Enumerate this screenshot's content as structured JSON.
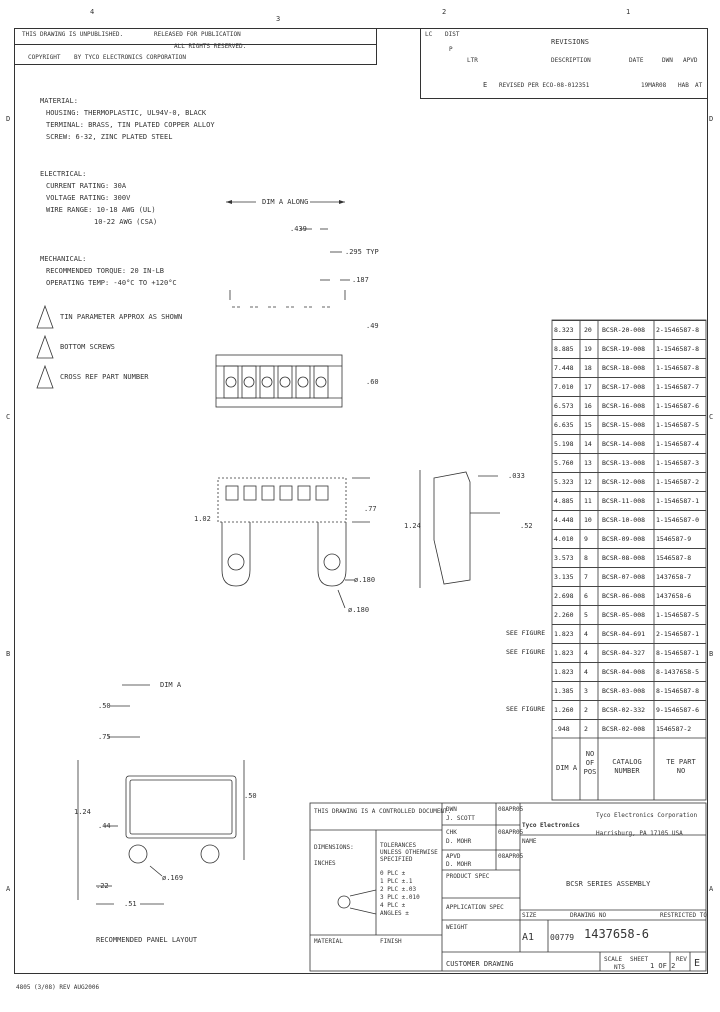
{
  "zones_top": [
    "4",
    "3",
    "2",
    "1"
  ],
  "zones_side": [
    "D",
    "C",
    "B",
    "A"
  ],
  "header": {
    "line1": "THIS DRAWING IS UNPUBLISHED.",
    "line2": "RELEASED FOR PUBLICATION",
    "line3": "ALL RIGHTS RESERVED.",
    "copyright": "COPYRIGHT",
    "by": "BY   TYCO ELECTRONICS CORPORATION"
  },
  "revisions": {
    "title": "REVISIONS",
    "lc": "LC",
    "dist": "DIST",
    "p": "P",
    "ltr": "LTR",
    "description": "DESCRIPTION",
    "date": "DATE",
    "dwn": "DWN",
    "apvd": "APVD",
    "row_ltr": "E",
    "row_desc": "REVISED PER ECO-08-012351",
    "row_date": "19MAR08",
    "row_dwn": "HAB",
    "row_apvd": "AT"
  },
  "notes": {
    "material": [
      "MATERIAL:",
      "HOUSING: THERMOPLASTIC, UL94V-0, BLACK",
      "TERMINAL: BRASS, TIN PLATED COPPER ALLOY",
      "SCREW: 6-32, ZINC PLATED STEEL"
    ],
    "electrical": [
      "ELECTRICAL:",
      "CURRENT RATING: 30A",
      "VOLTAGE RATING: 300V",
      "WIRE RANGE: 10-18 AWG (UL)",
      "10-22 AWG (CSA)"
    ],
    "mechanical": [
      "MECHANICAL:",
      "RECOMMENDED TORQUE: 20 IN-LB",
      "OPERATING TEMP: -40°C TO +120°C"
    ],
    "flag1": "TIN PARAMETER APPROX AS SHOWN",
    "flag2": "BOTTOM SCREWS",
    "flag3": "CROSS REF PART NUMBER"
  },
  "dims": {
    "dim_a_top": "DIM A ALONG",
    "d439": ".439",
    "d295": ".295 TYP",
    "d187": ".187",
    "d49": ".49",
    "d60": ".60",
    "d102": "1.02",
    "d77": ".77",
    "d124": "1.24",
    "d033": ".033",
    "d52": ".52",
    "d180a": "ø.180",
    "d180b": "ø.180",
    "dim_a": "DIM A",
    "d50": ".50",
    "d75": ".75",
    "d124b": "1.24",
    "d44": ".44",
    "d50b": ".50",
    "d169": "ø.169",
    "d22": ".22",
    "d51": ".51",
    "layout": "RECOMMENDED PANEL LAYOUT"
  },
  "table": {
    "rows": [
      {
        "dim": "8.323",
        "pos": "20",
        "catalog": "BCSR-20-008",
        "part": "2-1546587-8"
      },
      {
        "dim": "8.885",
        "pos": "19",
        "catalog": "BCSR-19-008",
        "part": "1-1546587-8"
      },
      {
        "dim": "7.448",
        "pos": "18",
        "catalog": "BCSR-18-008",
        "part": "1-1546587-8"
      },
      {
        "dim": "7.010",
        "pos": "17",
        "catalog": "BCSR-17-008",
        "part": "1-1546587-7"
      },
      {
        "dim": "6.573",
        "pos": "16",
        "catalog": "BCSR-16-008",
        "part": "1-1546587-6"
      },
      {
        "dim": "6.635",
        "pos": "15",
        "catalog": "BCSR-15-008",
        "part": "1-1546587-5"
      },
      {
        "dim": "5.198",
        "pos": "14",
        "catalog": "BCSR-14-008",
        "part": "1-1546587-4"
      },
      {
        "dim": "5.760",
        "pos": "13",
        "catalog": "BCSR-13-008",
        "part": "1-1546587-3"
      },
      {
        "dim": "5.323",
        "pos": "12",
        "catalog": "BCSR-12-008",
        "part": "1-1546587-2"
      },
      {
        "dim": "4.885",
        "pos": "11",
        "catalog": "BCSR-11-008",
        "part": "1-1546587-1"
      },
      {
        "dim": "4.448",
        "pos": "10",
        "catalog": "BCSR-10-008",
        "part": "1-1546587-0"
      },
      {
        "dim": "4.010",
        "pos": "9",
        "catalog": "BCSR-09-008",
        "part": "1546587-9"
      },
      {
        "dim": "3.573",
        "pos": "8",
        "catalog": "BCSR-08-008",
        "part": "1546587-8"
      },
      {
        "dim": "3.135",
        "pos": "7",
        "catalog": "BCSR-07-008",
        "part": "1437658-7"
      },
      {
        "dim": "2.698",
        "pos": "6",
        "catalog": "BCSR-06-008",
        "part": "1437658-6"
      },
      {
        "dim": "2.260",
        "pos": "5",
        "catalog": "BCSR-05-008",
        "part": "1-1546587-5"
      },
      {
        "dim": "1.823",
        "pos": "4",
        "catalog": "BCSR-04-691",
        "part": "2-1546587-1"
      },
      {
        "dim": "1.823",
        "pos": "4",
        "catalog": "BCSR-04-327",
        "part": "8-1546587-1"
      },
      {
        "dim": "1.823",
        "pos": "4",
        "catalog": "BCSR-04-008",
        "part": "8-1437658-5"
      },
      {
        "dim": "1.385",
        "pos": "3",
        "catalog": "BCSR-03-008",
        "part": "8-1546587-8"
      },
      {
        "dim": "1.260",
        "pos": "2",
        "catalog": "BCSR-02-332",
        "part": "9-1546587-6"
      },
      {
        "dim": ".948",
        "pos": "2",
        "catalog": "BCSR-02-008",
        "part": "1546587-2"
      }
    ],
    "notes": {
      "16": "SEE FIGURE",
      "17": "SEE FIGURE",
      "20": "SEE FIGURE"
    },
    "h_dim": "DIM A",
    "h_pos": "NO OF POS",
    "h_catalog": "CATALOG NUMBER",
    "h_part": "TE PART NO"
  },
  "title_block": {
    "dimensions": "THIS DRAWING IS A CONTROLLED DOCUMENT.",
    "dw": "DWN",
    "dw_val": "J. SCOTT",
    "chk": "CHK",
    "chk_val": "D. MOHR",
    "appd": "APVD",
    "appd_val": "D. MOHR",
    "date1": "08APR05",
    "date2": "08APR05",
    "date3": "08APR05",
    "prod_spec": "PRODUCT SPEC",
    "app_spec": "APPLICATION SPEC",
    "weight": "WEIGHT",
    "tolerances": "TOLERANCES UNLESS OTHERWISE SPECIFIED",
    "tol_a": "0 PLC ±",
    "tol_b": "1 PLC ±.1",
    "tol_c": "2 PLC ±.03",
    "tol_d": "3 PLC ±.010",
    "tol_e": "4 PLC ±",
    "tol_f": "ANGLES ±",
    "dims_hdr": "DIMENSIONS:",
    "dims_unit": "INCHES",
    "material": "MATERIAL",
    "finish": "FINISH",
    "company": "Tyco Electronics Corporation",
    "address": "Harrisburg, PA 17105 USA",
    "logo": "Tyco Electronics",
    "name_label": "NAME",
    "name": "BCSR SERIES ASSEMBLY",
    "size_label": "SIZE",
    "size": "A1",
    "cage": "00779",
    "dwg_no_label": "DRAWING NO",
    "dwg_no": "1437658-6",
    "restricted": "RESTRICTED TO",
    "customer": "CUSTOMER DRAWING",
    "scale_label": "SCALE",
    "scale": "NTS",
    "sheet_label": "SHEET",
    "sheet": "1 OF 2",
    "rev_label": "REV",
    "rev": "E"
  },
  "footer": "4805 (3/08) REV AUG2006"
}
